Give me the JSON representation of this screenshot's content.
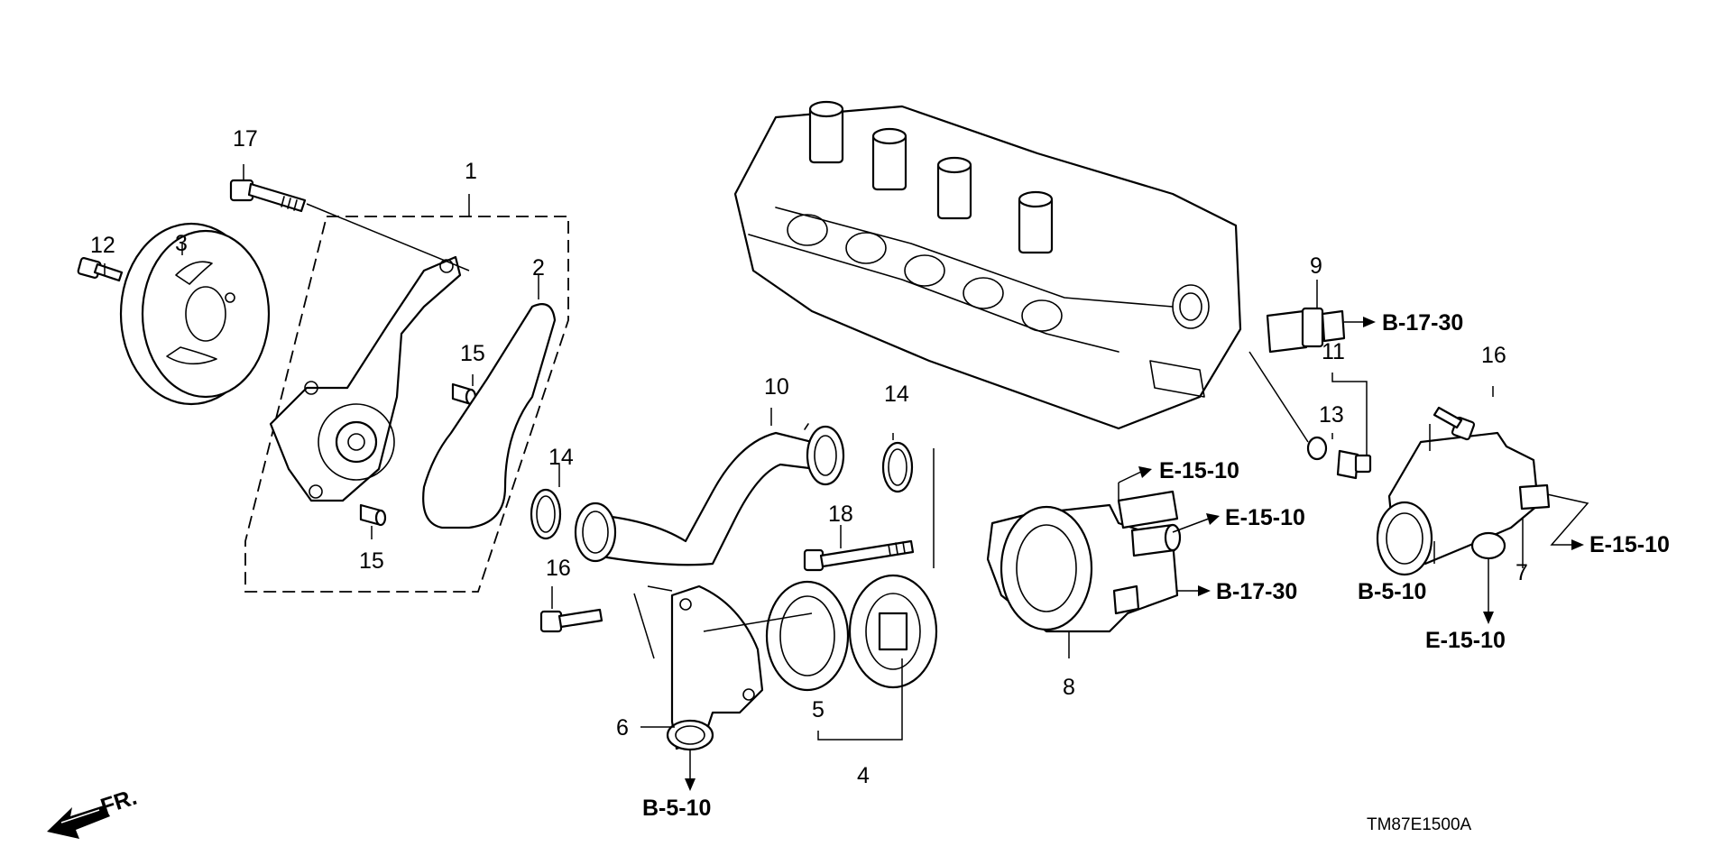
{
  "callouts": {
    "n1": "1",
    "n2": "2",
    "n3": "3",
    "n4": "4",
    "n5": "5",
    "n6": "6",
    "n7": "7",
    "n8": "8",
    "n9": "9",
    "n10": "10",
    "n11": "11",
    "n12": "12",
    "n13": "13",
    "n14a": "14",
    "n14b": "14",
    "n15a": "15",
    "n15b": "15",
    "n16a": "16",
    "n16b": "16",
    "n17": "17",
    "n18": "18"
  },
  "references": {
    "b17_30_top": "B-17-30",
    "e15_10_a": "E-15-10",
    "e15_10_b": "E-15-10",
    "b17_30_mid": "B-17-30",
    "b5_10_right": "B-5-10",
    "e15_10_right": "E-15-10",
    "e15_10_bottom": "E-15-10",
    "b5_10_bottom": "B-5-10"
  },
  "front_indicator": "FR.",
  "diagram_code": "TM87E1500A"
}
